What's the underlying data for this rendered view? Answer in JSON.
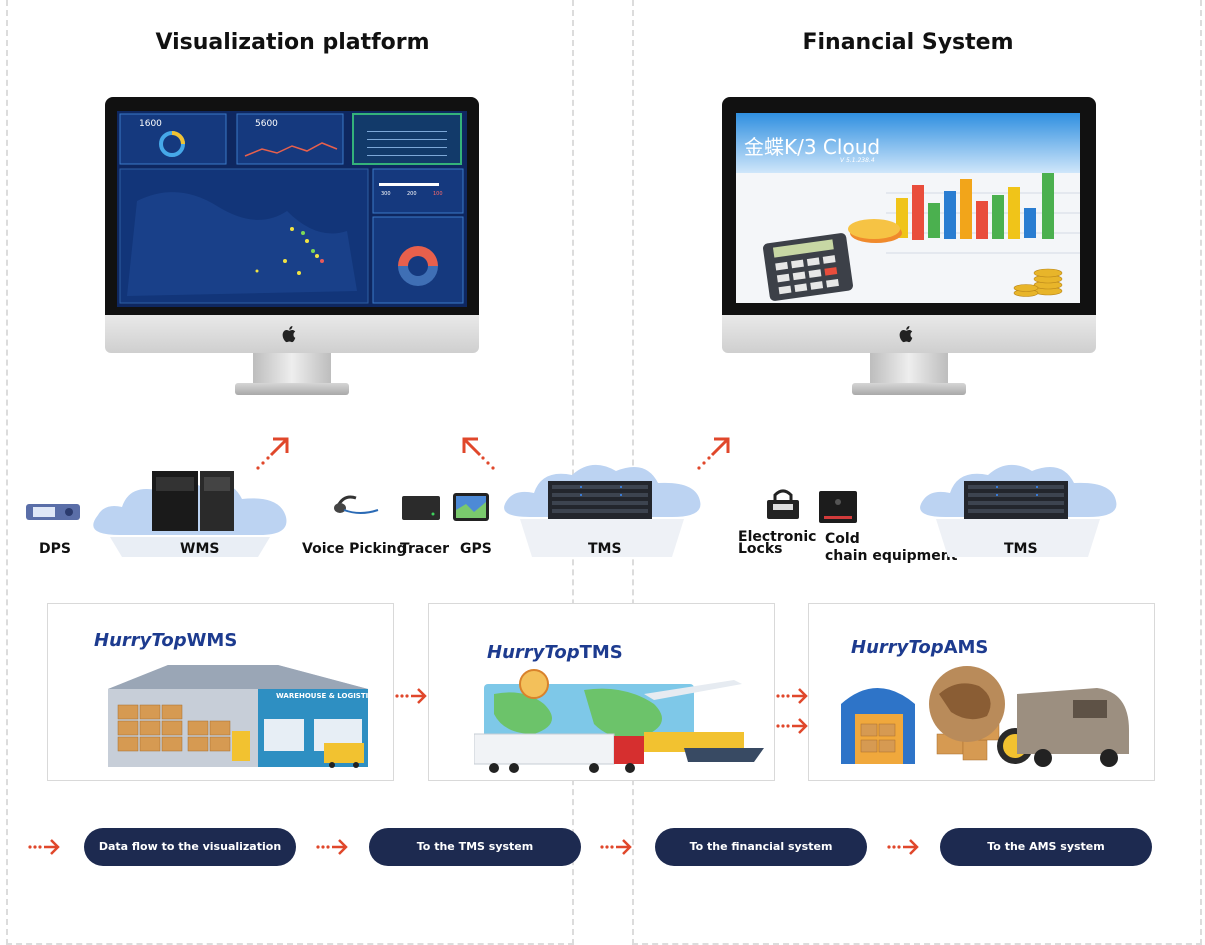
{
  "sections": {
    "left_title": "Visualization platform",
    "right_title": "Financial System"
  },
  "visualization_screen": {
    "kpi_1": "1600",
    "kpi_2": "5600",
    "stat_a": "300",
    "stat_b": "200",
    "stat_c": "100"
  },
  "financial_screen": {
    "product_name": "金蝶K/3 Cloud",
    "version": "V 5.1.238.4"
  },
  "devices": {
    "dps": "DPS",
    "wms": "WMS",
    "voice_picking": "Voice Picking",
    "tracer": "Tracer",
    "gps": "GPS",
    "tms_1": "TMS",
    "electronic_locks": "Electronic\nLocks",
    "cold_chain": "Cold\nchain equipment",
    "tms_2": "TMS"
  },
  "systems": {
    "wms_brand": "HurryTop",
    "wms_name": "WMS",
    "wms_building_sign": "WAREHOUSE & LOGISTICS",
    "tms_brand": "HurryTop",
    "tms_name": "TMS",
    "ams_brand": "HurryTop",
    "ams_name": "AMS"
  },
  "flow_pills": [
    "Data flow to the visualization platform",
    "To the TMS system",
    "To the financial system",
    "To the AMS system"
  ],
  "colors": {
    "accent_arrow": "#e0472b",
    "pill_bg": "#1d2a50",
    "cloud": "#bcd3f2"
  }
}
